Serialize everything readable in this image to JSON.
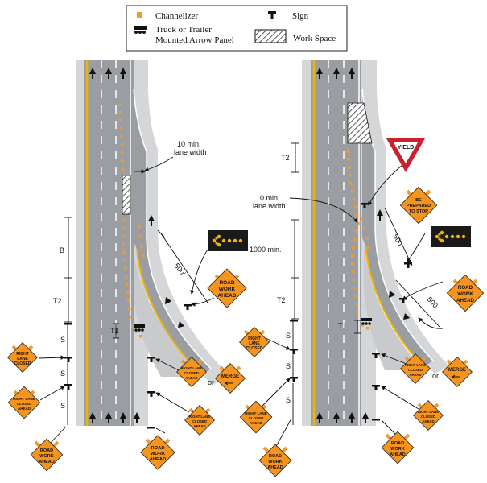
{
  "legend": {
    "channelizer": "Channelizer",
    "sign": "Sign",
    "arrow_panel_line1": "Truck or Trailer",
    "arrow_panel_line2": "Mounted Arrow Panel",
    "work_space": "Work Space"
  },
  "left_diagram": {
    "lane_width_line1": "10  min.",
    "lane_width_line2": "lane width",
    "dim_b": "B",
    "dim_t2": "T2",
    "dim_t1": "T1",
    "dim_s": "S",
    "taper_len": "500'",
    "or_text": "or"
  },
  "right_diagram": {
    "lane_width_line1": "10  min.",
    "lane_width_line2": "lane width",
    "dim_t2_top": "T2",
    "dim_1000": "1000  min.",
    "dim_t2": "T2",
    "dim_t1": "T1",
    "dim_s": "S",
    "dist_500a": "500",
    "dist_500b": "500",
    "or_text": "or"
  },
  "signs": {
    "right_lane_closed": [
      "RIGHT",
      "LANE",
      "CLOSED"
    ],
    "right_lane_closed_ahead": [
      "RIGHT LANE",
      "CLOSED",
      "AHEAD"
    ],
    "road_work_ahead": [
      "ROAD",
      "WORK",
      "AHEAD"
    ],
    "merge": "MERGE",
    "yield": "YIELD",
    "be_prepared": [
      "BE",
      "PREPARED",
      "TO STOP"
    ]
  },
  "colors": {
    "road": "#9a9ea3",
    "shoulder": "#d4d6d8",
    "edge_line": "#f0b400",
    "channelizer": "#f29a2e",
    "sign_fill": "#f7941d",
    "arrow_panel": "#f7b500"
  }
}
